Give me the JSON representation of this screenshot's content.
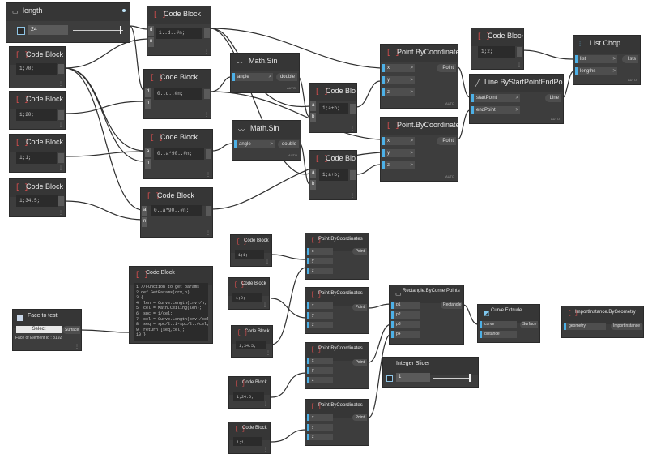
{
  "colors": {
    "input_port": "#4db0e6",
    "code_icon": "#e14f4f",
    "node_body": "#3d3d3d"
  },
  "lacing_label": "AUTO",
  "sliders": [
    {
      "title": "length",
      "value": "24"
    },
    {
      "title": "Integer Slider",
      "value": "1"
    }
  ],
  "code_blocks": [
    {
      "title": "Code Block",
      "code": "1..d..#n;"
    },
    {
      "title": "Code Block",
      "code": "1;70;"
    },
    {
      "title": "Code Block",
      "code": "0..d..#n;"
    },
    {
      "title": "Code Block",
      "code": "1;20;"
    },
    {
      "title": "Code Block",
      "code": "1;1;"
    },
    {
      "title": "Code Block",
      "code": "0..a*90..#n;"
    },
    {
      "title": "Code Block",
      "code": "1;34.5;"
    },
    {
      "title": "Code Block",
      "code": "0..a*90..#n;"
    },
    {
      "title": "Code Block",
      "code": "1;a+b;"
    },
    {
      "title": "Code Block",
      "code": "1;a+b;"
    },
    {
      "title": "Code Block",
      "code": "1;2;"
    },
    {
      "title": "Code Block",
      "code": "1;1;"
    },
    {
      "title": "Code Block",
      "code": "1;0;"
    },
    {
      "title": "Code Block",
      "code": "1;34.5;"
    },
    {
      "title": "Code Block",
      "code": "1;24.5;"
    },
    {
      "title": "Code Block",
      "code": "1;1;"
    },
    {
      "title": "Code Block",
      "code": "1 //Function to get params\n2 def GetParams(crv,n)\n3 {\n4  len = Curve.Length(crv)/n;\n5  cel = Math.Ceiling(len);\n6  spc = 1/cel;\n7  cel = Curve.Length(crv)/cel;\n8  seq = spc/2..1-spc/2..#cel;\n9  return [seq,cel];\n10 };"
    }
  ],
  "nodes": {
    "math_sin": "Math.Sin",
    "point_by_coordinates": "Point.ByCoordinates",
    "line": "Line.ByStartPointEndPoint",
    "list_chop": "List.Chop",
    "face_to_test": "Face to test",
    "select_button": "Select",
    "face_element": "Face of Element Id : 3192",
    "rectangle": "Rectangle.ByCornerPoints",
    "curve_extrude": "Curve.Extrude",
    "import_instance": "ImportInstance.ByGeometry"
  },
  "ports": {
    "d": "d",
    "n": "n",
    "a": "a",
    "b": "b",
    "x": "x",
    "y": "y",
    "z": "z",
    "angle": "angle",
    "double": "double",
    "point": "Point",
    "startPoint": "startPoint",
    "endPoint": "endPoint",
    "line_out": "Line",
    "list": "list",
    "lengths": "lengths",
    "lists": "lists",
    "surface": "Surface",
    "p1": "p1",
    "p2": "p2",
    "p3": "p3",
    "p4": "p4",
    "rectangle_out": "Rectangle",
    "curve": "curve",
    "distance": "distance",
    "geometry": "geometry",
    "importinstance_out": "ImportInstance"
  }
}
